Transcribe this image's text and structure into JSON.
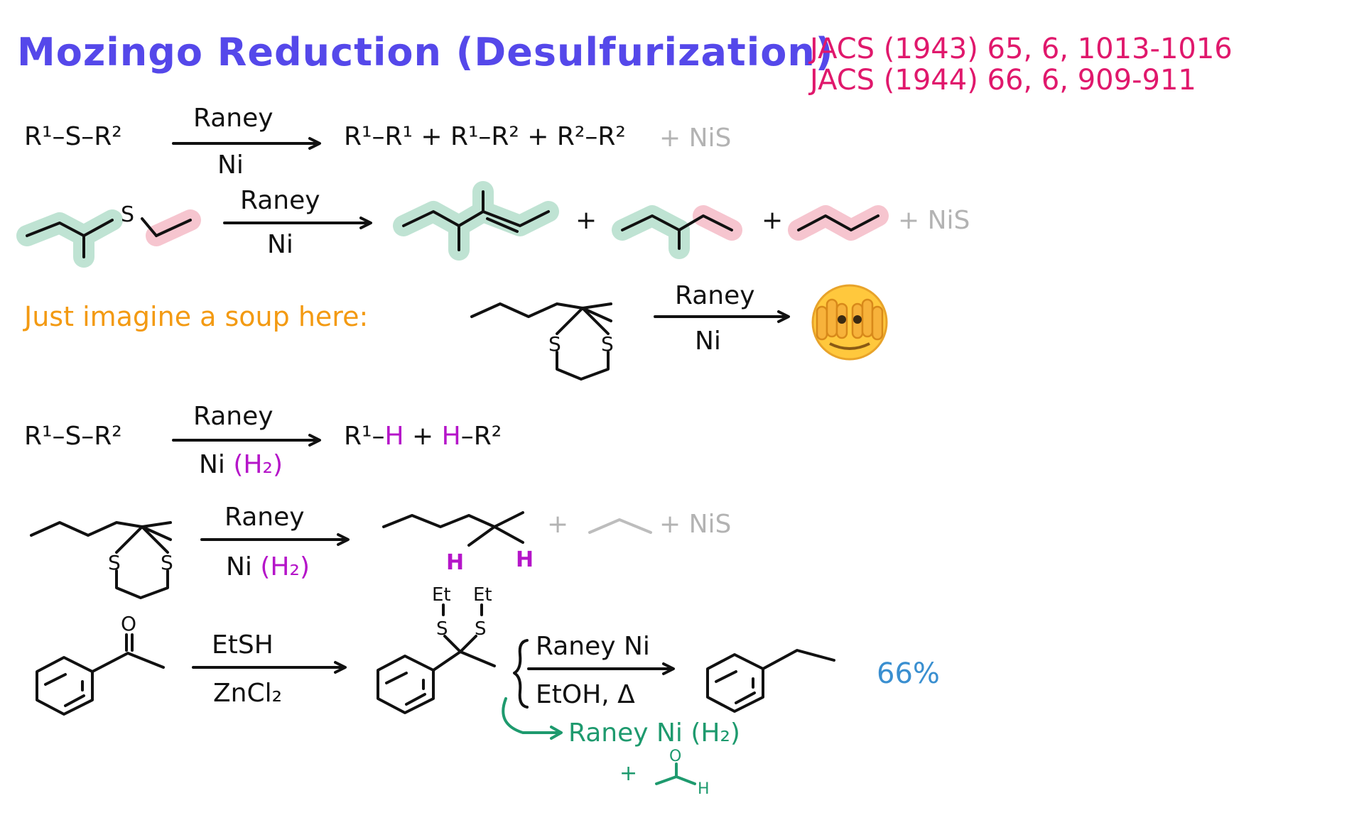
{
  "title": "Mozingo Reduction (Desulfurization)",
  "references": [
    "JACS (1943) 65, 6, 1013-1016",
    "JACS (1944) 66, 6, 909-911"
  ],
  "colors": {
    "title": "#5548ea",
    "reference": "#e0186c",
    "soup_note": "#f39a12",
    "hydrogen": "#b515c9",
    "byproduct": "#b3b3b3",
    "highlight_green": "#bfe3d3",
    "highlight_pink": "#f6c5cf",
    "green_annotation": "#1e9a6e",
    "yield": "#3a8fd0"
  },
  "reaction1": {
    "reactant": "R¹–S–R²",
    "above": "Raney",
    "below": "Ni",
    "products": "R¹–R¹ + R¹–R² + R²–R²",
    "byproduct": "+ NiS"
  },
  "reaction2": {
    "sulfur": "S",
    "above": "Raney",
    "below": "Ni",
    "plus": "+",
    "byproduct": "+ NiS"
  },
  "reaction3": {
    "note": "Just imagine a soup here:",
    "sulfur1": "S",
    "sulfur2": "S",
    "above": "Raney",
    "below": "Ni",
    "emoji_name": "face-with-hand-over-eyes-icon"
  },
  "reaction4": {
    "reactant": "R¹–S–R²",
    "above": "Raney",
    "below_ni": "Ni",
    "below_h2": "(H₂)",
    "product_r1": "R¹–",
    "h": "H",
    "plus": "+",
    "product_r2": "–R²"
  },
  "reaction5": {
    "sulfur1": "S",
    "sulfur2": "S",
    "above": "Raney",
    "below_ni": "Ni",
    "below_h2": "(H₂)",
    "h1": "H",
    "h2": "H",
    "plus": "+",
    "byproduct": "+ NiS"
  },
  "reaction6": {
    "oxygen": "O",
    "step1_above": "EtSH",
    "step1_below": "ZnCl₂",
    "et1": "Et",
    "et2": "Et",
    "s1": "S",
    "s2": "S",
    "step2_above": "Raney Ni",
    "step2_below": "EtOH, Δ",
    "yield": "66%",
    "alt_reagent": "Raney Ni (H₂)",
    "alt_plus": "+",
    "alt_h": "H",
    "alt_o": "O"
  }
}
